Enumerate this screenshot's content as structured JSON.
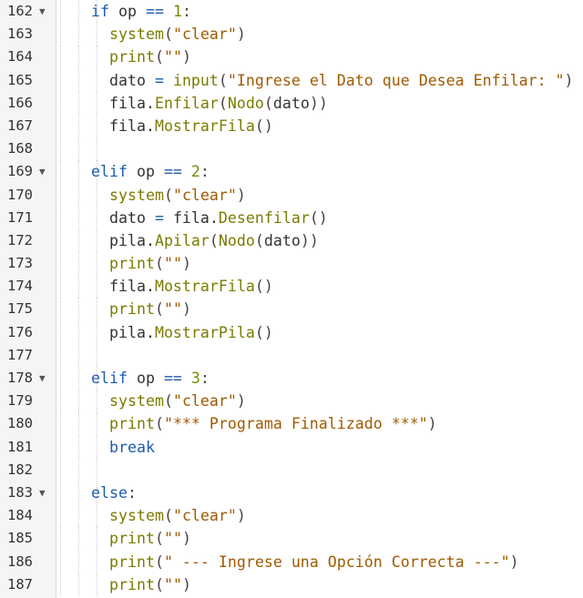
{
  "lines": [
    {
      "num": "162",
      "fold": "▼",
      "indent": 2,
      "tokens": [
        [
          "kw",
          "if"
        ],
        [
          "id",
          " op "
        ],
        [
          "op",
          "=="
        ],
        [
          "id",
          " "
        ],
        [
          "num",
          "1"
        ],
        [
          "p",
          ":"
        ]
      ]
    },
    {
      "num": "163",
      "indent": 3,
      "tokens": [
        [
          "bi",
          "system"
        ],
        [
          "p",
          "("
        ],
        [
          "str",
          "\"clear\""
        ],
        [
          "p",
          ")"
        ]
      ]
    },
    {
      "num": "164",
      "indent": 3,
      "tokens": [
        [
          "bi",
          "print"
        ],
        [
          "p",
          "("
        ],
        [
          "str",
          "\"\""
        ],
        [
          "p",
          ")"
        ]
      ]
    },
    {
      "num": "165",
      "indent": 3,
      "tokens": [
        [
          "id",
          "dato "
        ],
        [
          "op",
          "="
        ],
        [
          "id",
          " "
        ],
        [
          "bi",
          "input"
        ],
        [
          "p",
          "("
        ],
        [
          "str",
          "\"Ingrese el Dato que Desea Enfilar: \""
        ],
        [
          "p",
          ")"
        ]
      ]
    },
    {
      "num": "166",
      "indent": 3,
      "tokens": [
        [
          "id",
          "fila."
        ],
        [
          "bi",
          "Enfilar"
        ],
        [
          "p",
          "("
        ],
        [
          "bi",
          "Nodo"
        ],
        [
          "p",
          "("
        ],
        [
          "id",
          "dato"
        ],
        [
          "p",
          "))"
        ]
      ]
    },
    {
      "num": "167",
      "indent": 3,
      "tokens": [
        [
          "id",
          "fila."
        ],
        [
          "bi",
          "MostrarFila"
        ],
        [
          "p",
          "()"
        ]
      ]
    },
    {
      "num": "168",
      "indent": 0,
      "tokens": []
    },
    {
      "num": "169",
      "fold": "▼",
      "indent": 2,
      "tokens": [
        [
          "kw",
          "elif"
        ],
        [
          "id",
          " op "
        ],
        [
          "op",
          "=="
        ],
        [
          "id",
          " "
        ],
        [
          "num",
          "2"
        ],
        [
          "p",
          ":"
        ]
      ]
    },
    {
      "num": "170",
      "indent": 3,
      "tokens": [
        [
          "bi",
          "system"
        ],
        [
          "p",
          "("
        ],
        [
          "str",
          "\"clear\""
        ],
        [
          "p",
          ")"
        ]
      ]
    },
    {
      "num": "171",
      "indent": 3,
      "tokens": [
        [
          "id",
          "dato "
        ],
        [
          "op",
          "="
        ],
        [
          "id",
          " fila."
        ],
        [
          "bi",
          "Desenfilar"
        ],
        [
          "p",
          "()"
        ]
      ]
    },
    {
      "num": "172",
      "indent": 3,
      "tokens": [
        [
          "id",
          "pila."
        ],
        [
          "bi",
          "Apilar"
        ],
        [
          "p",
          "("
        ],
        [
          "bi",
          "Nodo"
        ],
        [
          "p",
          "("
        ],
        [
          "id",
          "dato"
        ],
        [
          "p",
          "))"
        ]
      ]
    },
    {
      "num": "173",
      "indent": 3,
      "tokens": [
        [
          "bi",
          "print"
        ],
        [
          "p",
          "("
        ],
        [
          "str",
          "\"\""
        ],
        [
          "p",
          ")"
        ]
      ]
    },
    {
      "num": "174",
      "indent": 3,
      "tokens": [
        [
          "id",
          "fila."
        ],
        [
          "bi",
          "MostrarFila"
        ],
        [
          "p",
          "()"
        ]
      ]
    },
    {
      "num": "175",
      "indent": 3,
      "tokens": [
        [
          "bi",
          "print"
        ],
        [
          "p",
          "("
        ],
        [
          "str",
          "\"\""
        ],
        [
          "p",
          ")"
        ]
      ]
    },
    {
      "num": "176",
      "indent": 3,
      "tokens": [
        [
          "id",
          "pila."
        ],
        [
          "bi",
          "MostrarPila"
        ],
        [
          "p",
          "()"
        ]
      ]
    },
    {
      "num": "177",
      "indent": 0,
      "tokens": []
    },
    {
      "num": "178",
      "fold": "▼",
      "indent": 2,
      "tokens": [
        [
          "kw",
          "elif"
        ],
        [
          "id",
          " op "
        ],
        [
          "op",
          "=="
        ],
        [
          "id",
          " "
        ],
        [
          "num",
          "3"
        ],
        [
          "p",
          ":"
        ]
      ]
    },
    {
      "num": "179",
      "indent": 3,
      "tokens": [
        [
          "bi",
          "system"
        ],
        [
          "p",
          "("
        ],
        [
          "str",
          "\"clear\""
        ],
        [
          "p",
          ")"
        ]
      ]
    },
    {
      "num": "180",
      "indent": 3,
      "tokens": [
        [
          "bi",
          "print"
        ],
        [
          "p",
          "("
        ],
        [
          "str",
          "\"*** Programa Finalizado ***\""
        ],
        [
          "p",
          ")"
        ]
      ]
    },
    {
      "num": "181",
      "indent": 3,
      "tokens": [
        [
          "kw",
          "break"
        ]
      ]
    },
    {
      "num": "182",
      "indent": 0,
      "tokens": []
    },
    {
      "num": "183",
      "fold": "▼",
      "indent": 2,
      "tokens": [
        [
          "kw",
          "else"
        ],
        [
          "p",
          ":"
        ]
      ]
    },
    {
      "num": "184",
      "indent": 3,
      "tokens": [
        [
          "bi",
          "system"
        ],
        [
          "p",
          "("
        ],
        [
          "str",
          "\"clear\""
        ],
        [
          "p",
          ")"
        ]
      ]
    },
    {
      "num": "185",
      "indent": 3,
      "tokens": [
        [
          "bi",
          "print"
        ],
        [
          "p",
          "("
        ],
        [
          "str",
          "\"\""
        ],
        [
          "p",
          ")"
        ]
      ]
    },
    {
      "num": "186",
      "indent": 3,
      "tokens": [
        [
          "bi",
          "print"
        ],
        [
          "p",
          "("
        ],
        [
          "str",
          "\" --- Ingrese una Opción Correcta ---\""
        ],
        [
          "p",
          ")"
        ]
      ]
    },
    {
      "num": "187",
      "indent": 3,
      "tokens": [
        [
          "bi",
          "print"
        ],
        [
          "p",
          "("
        ],
        [
          "str",
          "\"\""
        ],
        [
          "p",
          ")"
        ]
      ]
    }
  ]
}
